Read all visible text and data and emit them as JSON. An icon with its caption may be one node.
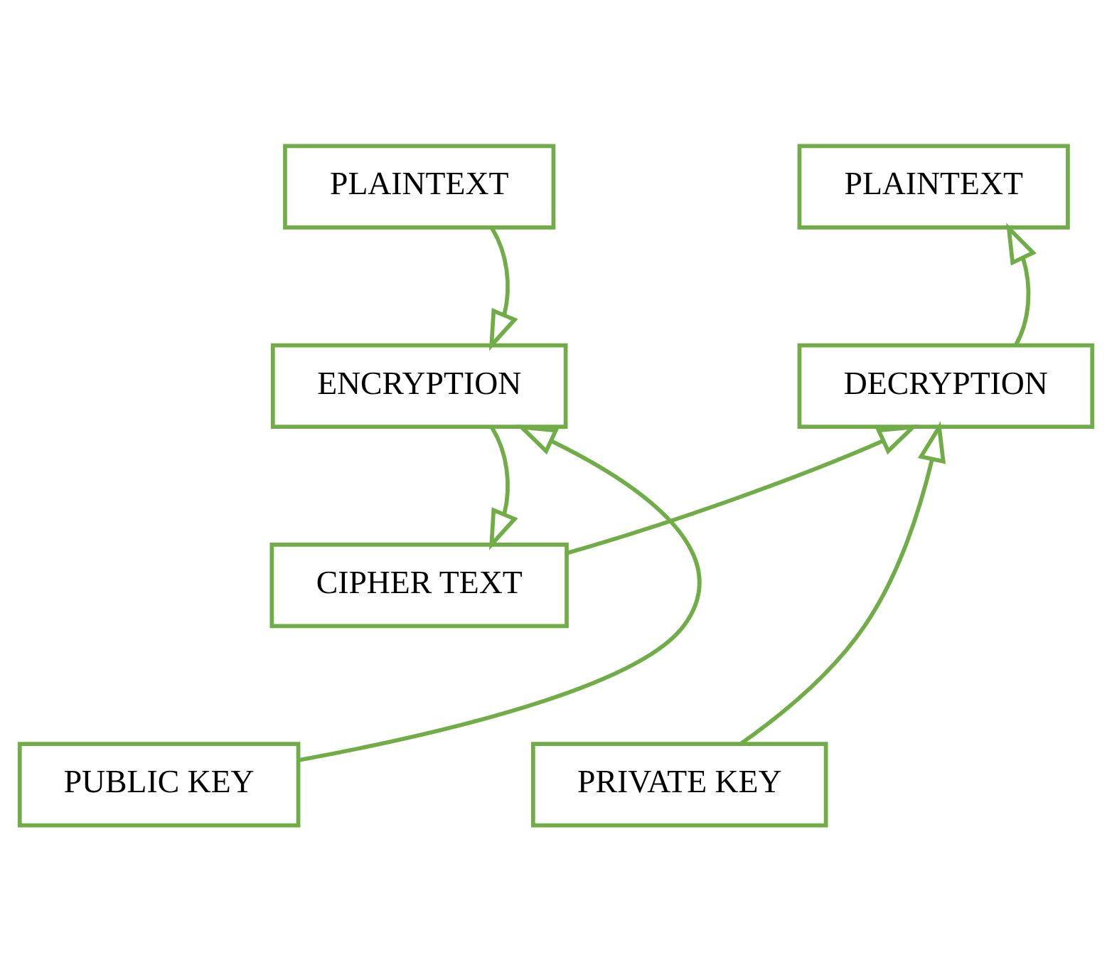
{
  "diagram": {
    "nodes": [
      {
        "text": [
          "PLAINTEXT"
        ]
      },
      {
        "text": [
          "PLAINTEXT"
        ]
      },
      {
        "text": [
          "ENCRYPTION"
        ]
      },
      {
        "text": [
          "DECRYPTION"
        ]
      },
      {
        "text": [
          "CIPHER TEXT"
        ]
      },
      {
        "text": [
          "PUBLIC KEY"
        ]
      },
      {
        "text": [
          "PRIVATE KEY"
        ]
      }
    ],
    "edges": [
      {
        "from": 0,
        "to": 2,
        "arrow": "to"
      },
      {
        "from": 3,
        "to": 1,
        "arrow": "to"
      },
      {
        "from": 5,
        "to": 2,
        "arrow": "to"
      },
      {
        "from": 2,
        "to": 4,
        "arrow": "to"
      },
      {
        "from": 4,
        "to": 3,
        "arrow": "to"
      },
      {
        "from": 6,
        "to": 3,
        "arrow": "to"
      }
    ]
  }
}
